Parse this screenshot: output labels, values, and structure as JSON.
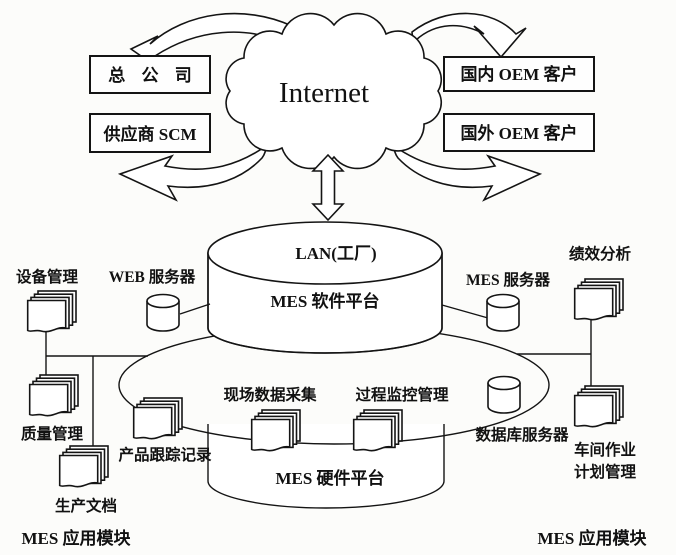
{
  "cloud": {
    "label": "Internet"
  },
  "external_boxes": {
    "hq": "总 公 司",
    "supplier": "供应商 SCM",
    "domestic_oem": "国内 OEM 客户",
    "foreign_oem": "国外 OEM 客户"
  },
  "platform": {
    "lan": "LAN(工厂)",
    "software": "MES 软件平台",
    "hardware": "MES 硬件平台"
  },
  "servers": {
    "web": "WEB 服务器",
    "mes": "MES 服务器",
    "database": "数据库服务器"
  },
  "modules": {
    "device": "设备管理",
    "quality": "质量管理",
    "production_doc": "生产文档",
    "product_tracking": "产品跟踪记录",
    "field_data": "现场数据采集",
    "process_monitor": "过程监控管理",
    "performance": "绩效分析",
    "workshop_line1": "车间作业",
    "workshop_line2": "计划管理"
  },
  "footer": {
    "left": "MES 应用模块",
    "right": "MES 应用模块"
  },
  "colors": {
    "line": "#141414",
    "background": "#fcfcfa"
  }
}
